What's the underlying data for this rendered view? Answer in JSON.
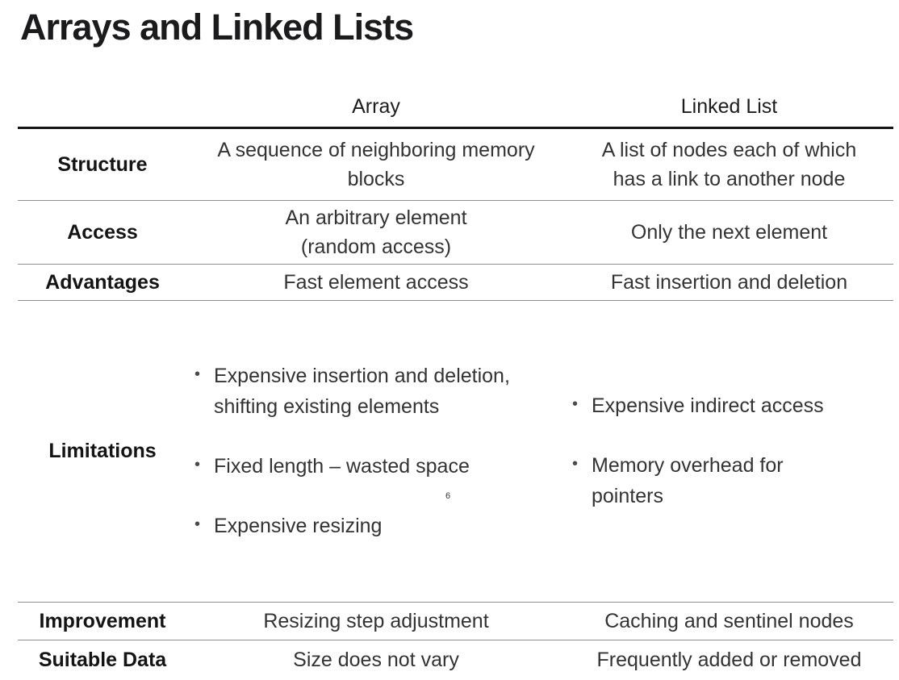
{
  "page": {
    "title": "Arrays and Linked Lists",
    "page_number": "6"
  },
  "table": {
    "header": {
      "col1": "",
      "col2": "Array",
      "col3": "Linked List"
    },
    "rows": [
      {
        "label": "Structure",
        "array": "A sequence of neighboring memory\nblocks",
        "linked_list": "A list of nodes each of which\nhas a link to another node"
      },
      {
        "label": "Access",
        "array": "An arbitrary element\n(random access)",
        "linked_list": "Only the next element"
      },
      {
        "label": "Advantages",
        "array": "Fast element access",
        "linked_list": "Fast insertion and deletion"
      },
      {
        "label": "Limitations",
        "array_bullets": [
          "Expensive insertion and deletion,\nshifting existing elements",
          "Fixed length – wasted space",
          "Expensive resizing"
        ],
        "linked_list_bullets": [
          "Expensive indirect access",
          "Memory overhead for\npointers"
        ]
      },
      {
        "label": "Improvement",
        "array": "Resizing step adjustment",
        "linked_list": "Caching and sentinel nodes"
      },
      {
        "label": "Suitable Data",
        "array": "Size does not vary",
        "linked_list": "Frequently added or removed"
      }
    ]
  }
}
